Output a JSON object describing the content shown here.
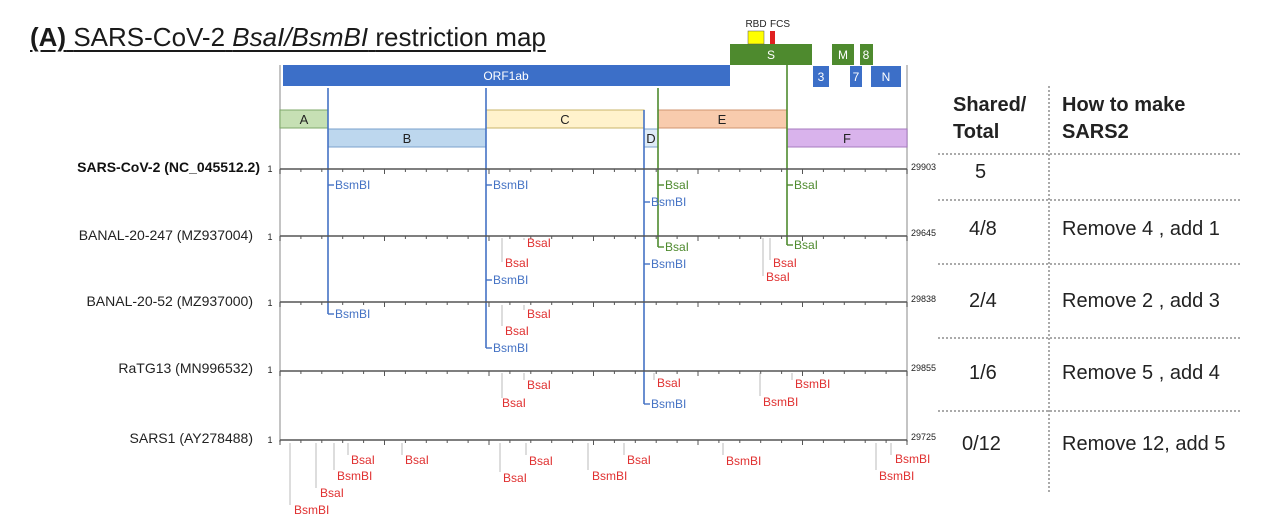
{
  "title": {
    "panel": "(A)",
    "virus": "SARS-CoV-2",
    "enzymes": "BsaI/BsmBI",
    "suffix": "restriction map"
  },
  "genes": {
    "orf1ab": "ORF1ab",
    "s": "S",
    "m": "M",
    "g8": "8",
    "g3": "3",
    "g7": "7",
    "n": "N",
    "rbd": "RBD",
    "fcs": "FCS"
  },
  "fragments": [
    "A",
    "B",
    "C",
    "D",
    "E",
    "F"
  ],
  "colors": {
    "orf": "#3c6fc8",
    "structural": "#4e8a2e",
    "bsmbi": "#4472c4",
    "bsai_green": "#4e8a2e",
    "bsai_red": "#e03030",
    "rbd": "#ffff00",
    "fcs": "#e02020",
    "frag_A": "#c6e0b4",
    "frag_B": "#bdd7ee",
    "frag_C": "#fff2cc",
    "frag_D": "#deebf7",
    "frag_E": "#f8cbad",
    "frag_F": "#d9b3ec"
  },
  "table": {
    "header_shared": [
      "Shared/",
      "Total"
    ],
    "header_how": [
      "How to make",
      "SARS2"
    ]
  },
  "genomes": [
    {
      "label": "SARS-CoV-2 (NC_045512.2)",
      "start": "1",
      "end": "29903",
      "shared": "5",
      "how": ""
    },
    {
      "label": "BANAL-20-247 (MZ937004)",
      "start": "1",
      "end": "29645",
      "shared": "4/8",
      "how": "Remove 4 , add 1"
    },
    {
      "label": "BANAL-20-52 (MZ937000)",
      "start": "1",
      "end": "29838",
      "shared": "2/4",
      "how": "Remove 2 , add 3"
    },
    {
      "label": "RaTG13  (MN996532)",
      "start": "1",
      "end": "29855",
      "shared": "1/6",
      "how": "Remove 5 , add 4"
    },
    {
      "label": "SARS1  (AY278488)",
      "start": "1",
      "end": "29725",
      "shared": "0/12",
      "how": "Remove 12, add 5"
    }
  ],
  "site_labels": {
    "bsmbi": "BsmBI",
    "bsai": "BsaI"
  }
}
